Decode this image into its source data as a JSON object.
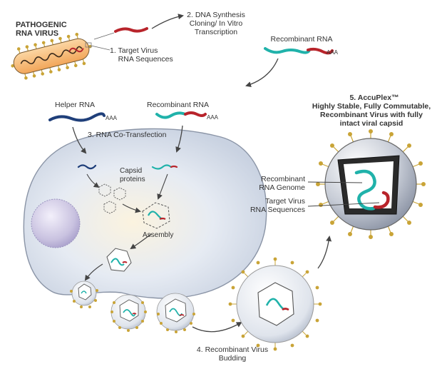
{
  "labels": {
    "pathogenic_virus": "PATHOGENIC\nRNA VIRUS",
    "target_sequences": "1. Target Virus\n    RNA Sequences",
    "dna_synthesis": "2. DNA Synthesis\nCloning/ In Vitro\nTranscription",
    "recombinant_rna_top": "Recombinant RNA",
    "helper_rna": "Helper RNA",
    "recombinant_rna_mid": "Recombinant RNA",
    "cotransfection": "3. RNA Co-Transfection",
    "capsid_proteins": "Capsid\nproteins",
    "assembly": "Assembly",
    "budding": "4. Recombinant Virus\nBudding",
    "accuplex_title": "5. AccuPlex™",
    "accuplex_desc": "Highly Stable, Fully Commutable,\nRecombinant Virus with fully\nintact viral capsid",
    "recombinant_genome": "Recombinant\nRNA Genome",
    "target_virus_seq": "Target Virus\nRNA Sequences",
    "poly_a_1": "AAA",
    "poly_a_2": "AAA",
    "poly_a_3": "AAA"
  },
  "colors": {
    "teal": "#20b2aa",
    "red": "#b8242b",
    "navy": "#1f3f7a",
    "capsid_gold": "#c9a437",
    "cell": "#dde4ef",
    "cell_outline": "#8a94a6",
    "arrow": "#444444"
  }
}
